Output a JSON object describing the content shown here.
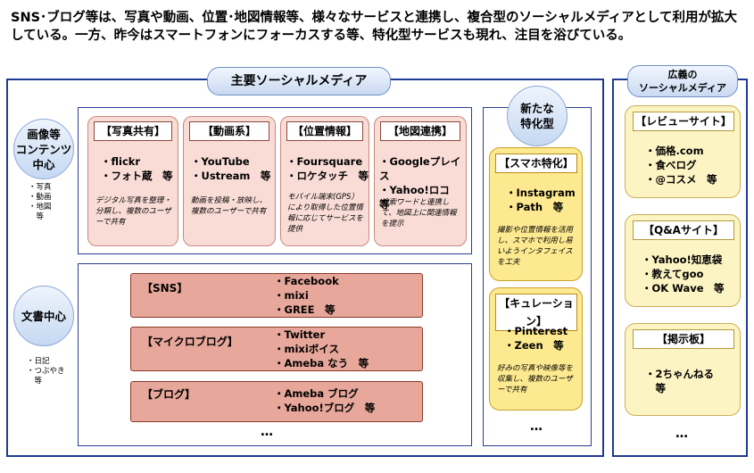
{
  "intro": "SNS･ブログ等は、写真や動画、位置･地図情報等、様々なサービスと連携し、複合型のソーシャルメディアとして利用が拡大している。一方、昨今はスマートフォンにフォーカスする等、特化型サービスも現れ、注目を浴びている。",
  "main": {
    "title": "主要ソーシャルメディア",
    "row1": {
      "label": "画像等\nコンテンツ\n中心",
      "sub": "・写真\n・動画\n・地図\n　等",
      "cards": [
        {
          "title": "【写真共有】",
          "items": "・flickr\n・フォト蔵　等",
          "desc": "デジタル写真を整理・分類し、複数のユーザーで共有"
        },
        {
          "title": "【動画系】",
          "items": "・YouTube\n・Ustream　等",
          "desc": "動画を投稿・放映し、複数のユーザーで共有"
        },
        {
          "title": "【位置情報】",
          "items": "・Foursquare\n・ロケタッチ　等",
          "desc": "モバイル端末(GPS）により取得した位置情報に応じてサービスを提供"
        },
        {
          "title": "【地図連携】",
          "items": "・Googleプレイス\n・Yahoo!ロコ　等",
          "desc": "検索ワードと連携して、地図上に関連情報を提示"
        }
      ]
    },
    "row2": {
      "label": "文書中心",
      "sub": "・日記\n・つぶやき\n　等",
      "bars": [
        {
          "label": "【SNS】",
          "items": "・Facebook\n・mixi\n・GREE　等"
        },
        {
          "label": "【マイクロブログ】",
          "items": "・Twitter\n・mixiボイス\n・Ameba なう　等"
        },
        {
          "label": "【ブログ】",
          "items": "・Ameba ブログ\n・Yahoo!ブログ　等"
        }
      ],
      "more": "…"
    }
  },
  "special": {
    "title": "新たな\n特化型",
    "cards": [
      {
        "title": "【スマホ特化】",
        "items": "・Instagram\n・Path　等",
        "desc": "撮影や位置情報を活用し、スマホで利用し易いようインタフェイスを工夫"
      },
      {
        "title": "【キュレーション】",
        "items": "・Pinterest\n・Zeen　等",
        "desc": "好みの写真や映像等を収集し、複数のユーザーで共有"
      }
    ],
    "more": "…"
  },
  "broad": {
    "title": "広義の\nソーシャルメディア",
    "cards": [
      {
        "title": "【レビューサイト】",
        "items": "・価格.com\n・食べログ\n・@コスメ　等"
      },
      {
        "title": "【Q&Aサイト】",
        "items": "・Yahoo!知恵袋\n・教えてgoo\n・OK Wave　等"
      },
      {
        "title": "【掲示板】",
        "items": "・2ちゃんねる\n　等"
      }
    ],
    "more": "…"
  }
}
